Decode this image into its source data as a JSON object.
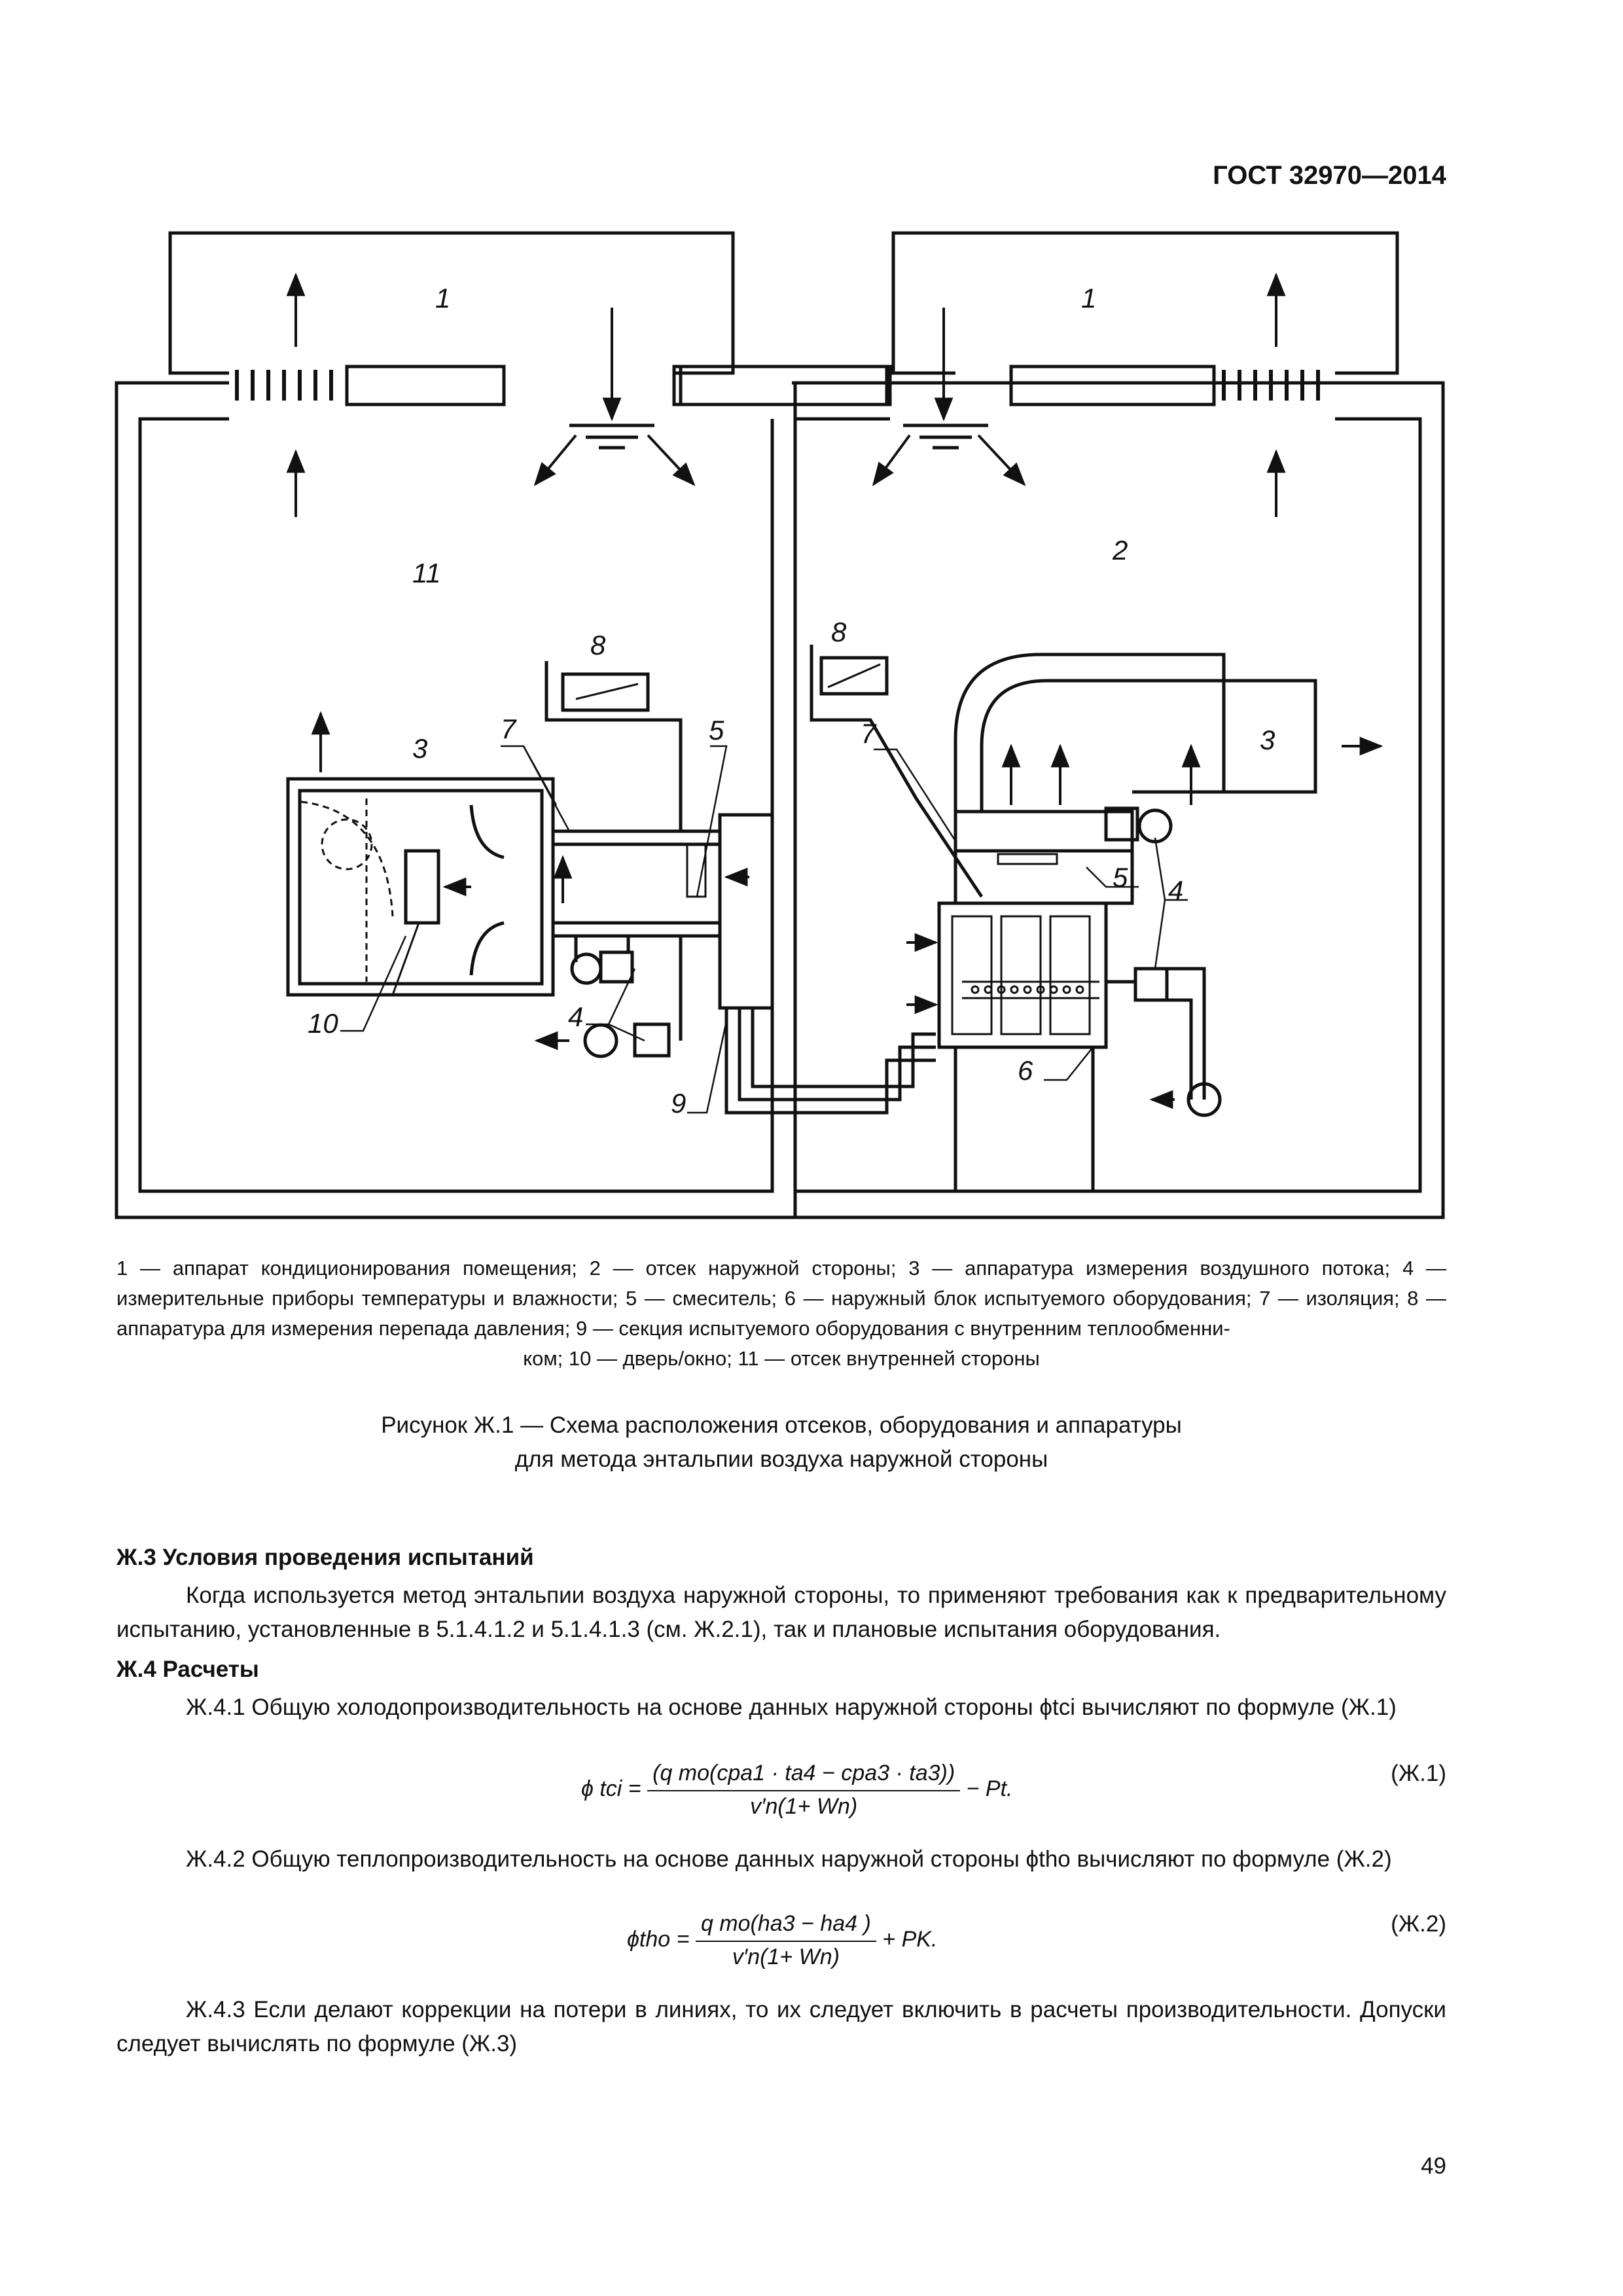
{
  "header": {
    "standard": "ГОСТ 32970—2014"
  },
  "figure": {
    "labels": {
      "l1_left": "1",
      "l1_right": "1",
      "l2": "2",
      "l11": "11",
      "l8_left": "8",
      "l8_right": "8",
      "l3_left": "3",
      "l3_right": "3",
      "l7_left": "7",
      "l7_right": "7",
      "l5_left": "5",
      "l5_right": "5",
      "l4_left": "4",
      "l4_right": "4",
      "l9": "9",
      "l10": "10",
      "l6": "6"
    }
  },
  "legend": {
    "line1": "1 — аппарат кондиционирования помещения; 2 — отсек наружной стороны; 3 — аппаратура измерения воздушного потока; 4 — измерительные приборы температуры и влажности; 5 — смеситель; 6 — наружный блок испытуемого оборудования; 7 — изоляция; 8 — аппаратура для измерения перепада давления; 9 — секция испытуемого оборудования с внутренним теплообменни-",
    "line2": "ком; 10 — дверь/окно; 11 — отсек внутренней стороны"
  },
  "caption": {
    "line1": "Рисунок   Ж.1 — Схема расположения отсеков, оборудования и аппаратуры",
    "line2": "для метода энтальпии воздуха наружной стороны"
  },
  "section_zh3": {
    "heading": "Ж.3  Условия проведения испытаний",
    "text": "Когда используется метод энтальпии воздуха наружной стороны, то применяют требования как к предварительному испытанию, установленные в 5.1.4.1.2 и 5.1.4.1.3 (см. Ж.2.1), так и плановые испытания оборудования."
  },
  "section_zh4": {
    "heading": "Ж.4  Расчеты",
    "p1": "Ж.4.1  Общую холодопроизводительность на основе данных наружной стороны  ϕtci вычисляют по формуле (Ж.1)",
    "f1": {
      "lhs": "ϕ tci =",
      "num": "(q mo(cpa1 · ta4 − cpa3 · ta3))",
      "den": "v′n(1+ Wn)",
      "tail": "− Pt.",
      "number": "(Ж.1)"
    },
    "p2": "Ж.4.2  Общую теплопроизводительность на основе данных наружной стороны ϕtho вычисляют по формуле (Ж.2)",
    "f2": {
      "lhs": "ϕtho =",
      "num": "q mo(ha3 − ha4 )",
      "den": "v′n(1+ Wn)",
      "tail": "+ PK.",
      "number": "(Ж.2)"
    },
    "p3": "Ж.4.3  Если делают коррекции на потери в линиях, то их следует включить в расчеты производительности. Допуски следует вычислять по формуле (Ж.3)"
  },
  "page_number": "49"
}
